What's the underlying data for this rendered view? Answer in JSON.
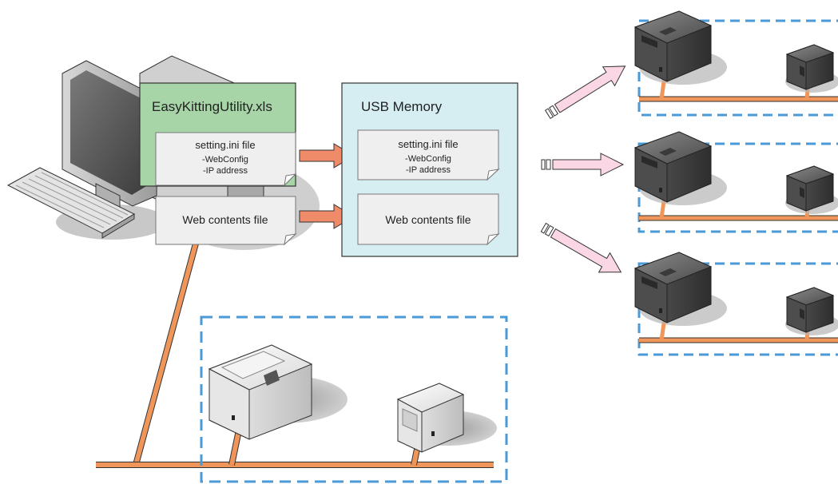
{
  "excel_box": {
    "title": "EasyKittingUtility.xls",
    "color": "#a8d5a8",
    "setting_file": {
      "title": "setting.ini file",
      "items": [
        "-WebConfig",
        "-IP address"
      ]
    },
    "web_file": {
      "title": "Web contents file"
    }
  },
  "usb_box": {
    "title": "USB Memory",
    "color": "#d6eef2",
    "setting_file": {
      "title": "setting.ini file",
      "items": [
        "-WebConfig",
        "-IP address"
      ]
    },
    "web_file": {
      "title": "Web contents file"
    }
  },
  "colors": {
    "network_cable": "#f0965a",
    "dashed_frame": "#4a9ad6",
    "transfer_arrow": "#f08b6a",
    "distribute_arrow": "#fbd7e6",
    "printer_dark": "#555555",
    "printer_light": "#eeeeee"
  },
  "icons": {
    "computer": "desktop-computer-icon",
    "printer_configured": "printer-light-icon",
    "printer_target": "printer-dark-icon"
  }
}
